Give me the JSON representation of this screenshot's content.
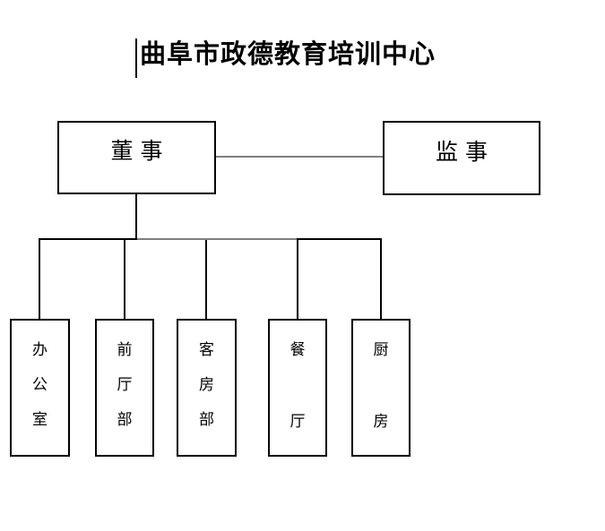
{
  "title": {
    "text": "曲阜市政德教育培训中心"
  },
  "nodes": {
    "director": {
      "label": "董事"
    },
    "supervisor": {
      "label": "监事"
    }
  },
  "departments": [
    {
      "id": "office",
      "label": "办公室"
    },
    {
      "id": "front-office",
      "label": "前厅部"
    },
    {
      "id": "housekeeping",
      "label": "客房部"
    },
    {
      "id": "dining-hall",
      "label": "餐厅"
    },
    {
      "id": "kitchen",
      "label": "厨房"
    }
  ],
  "structure": {
    "peer_link": [
      "董事",
      "监事"
    ],
    "parent": "董事",
    "children": [
      "办公室",
      "前厅部",
      "客房部",
      "餐厅",
      "厨房"
    ]
  },
  "colors": {
    "background": "#ffffff",
    "text": "#000000",
    "box_border": "#000000",
    "connector_black": "#000000",
    "connector_grey": "#808080"
  }
}
